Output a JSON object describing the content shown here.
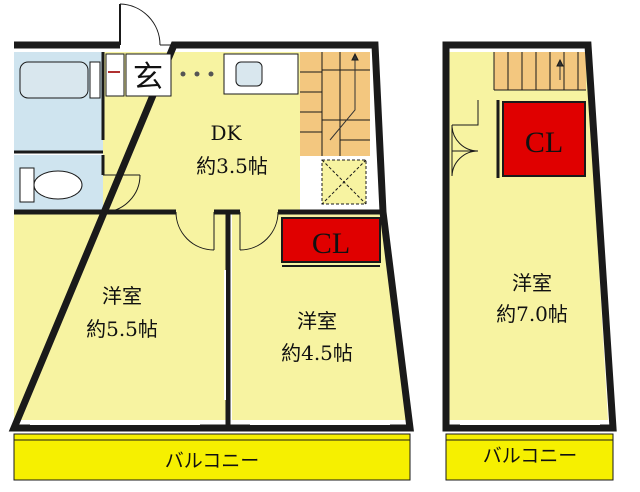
{
  "floor1": {
    "genkan": "玄",
    "dk": {
      "name": "DK",
      "size": "約3.5帖"
    },
    "room_a": {
      "name": "洋室",
      "size": "約5.5帖"
    },
    "room_b": {
      "name": "洋室",
      "size": "約4.5帖"
    },
    "closet": "CL",
    "balcony": "バルコニー"
  },
  "floor2": {
    "room": {
      "name": "洋室",
      "size": "約7.0帖"
    },
    "closet": "CL",
    "balcony": "バルコニー"
  },
  "colors": {
    "room_fill": "#f7f3a1",
    "wet_fill": "#cfe4ef",
    "stair_fill": "#f3c77f",
    "closet_fill": "#e00000",
    "balcony_fill": "#f6f000",
    "wall": "#1a1a1a"
  }
}
